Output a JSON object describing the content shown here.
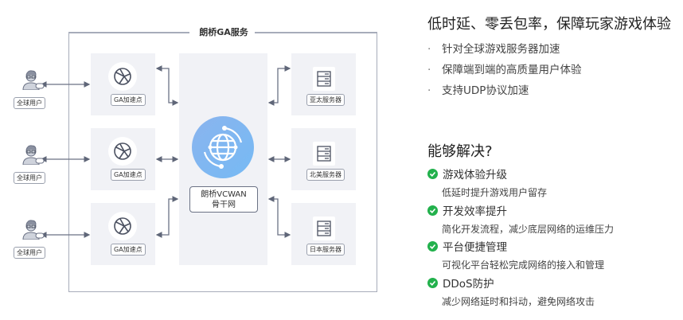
{
  "diagram": {
    "frame_title": "朗桥GA服务",
    "users": [
      "全球用户",
      "全球用户",
      "全球用户"
    ],
    "ga_nodes": [
      "GA加速点",
      "GA加速点",
      "GA加速点"
    ],
    "backbone": {
      "line1": "朗桥VCWAN",
      "line2": "骨干网"
    },
    "servers": [
      "亚太服务器",
      "北美服务器",
      "日本服务器"
    ]
  },
  "panel": {
    "title": "低时延、零丢包率，保障玩家游戏体验",
    "bullets": [
      "针对全球游戏服务器加速",
      "保障端到端的高质量用户体验",
      "支持UDP协议加速"
    ],
    "solve_title": "能够解决?",
    "items": [
      {
        "title": "游戏体验升级",
        "desc": "低延时提升游戏用户留存"
      },
      {
        "title": "开发效率提升",
        "desc": "简化开发流程，减少底层网络的运维压力"
      },
      {
        "title": "平台便捷管理",
        "desc": "可视化平台轻松完成网络的接入和管理"
      },
      {
        "title": "DDoS防护",
        "desc": "减少网络延时和抖动，避免网络攻击"
      }
    ],
    "check_color": "#22b14c"
  }
}
